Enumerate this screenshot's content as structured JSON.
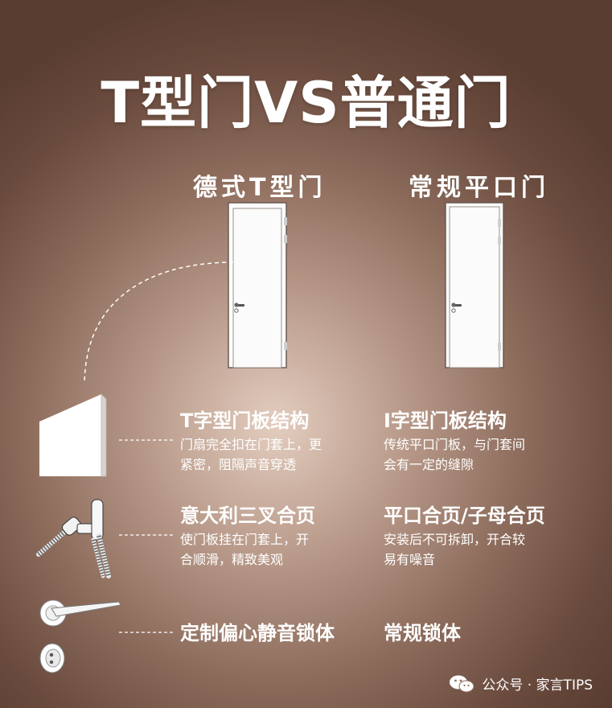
{
  "title": "T型门VS普通门",
  "columns": {
    "left_title": "德式T型门",
    "right_title": "常规平口门"
  },
  "rows": [
    {
      "left_title": "T字型门板结构",
      "left_desc": "门扇完全扣在门套上，更\n紧密，阻隔声音穿透",
      "right_title": "I字型门板结构",
      "right_desc": "传统平口门板，与门套间\n会有一定的缝隙"
    },
    {
      "left_title": "意大利三叉合页",
      "left_desc": "使门板挂在门套上，开\n合顺滑，精致美观",
      "right_title": "平口合页/子母合页",
      "right_desc": "安装后不可拆卸，开合较\n易有噪音"
    },
    {
      "left_title": "定制偏心静音锁体",
      "left_desc": "",
      "right_title": "常规锁体",
      "right_desc": ""
    }
  ],
  "footer": {
    "text": "公众号 · 家言TIPS",
    "icon": "wechat-icon"
  },
  "colors": {
    "text": "#ffffff",
    "bg_center": "#e3cdbf",
    "bg_edge": "#5a3d31"
  }
}
